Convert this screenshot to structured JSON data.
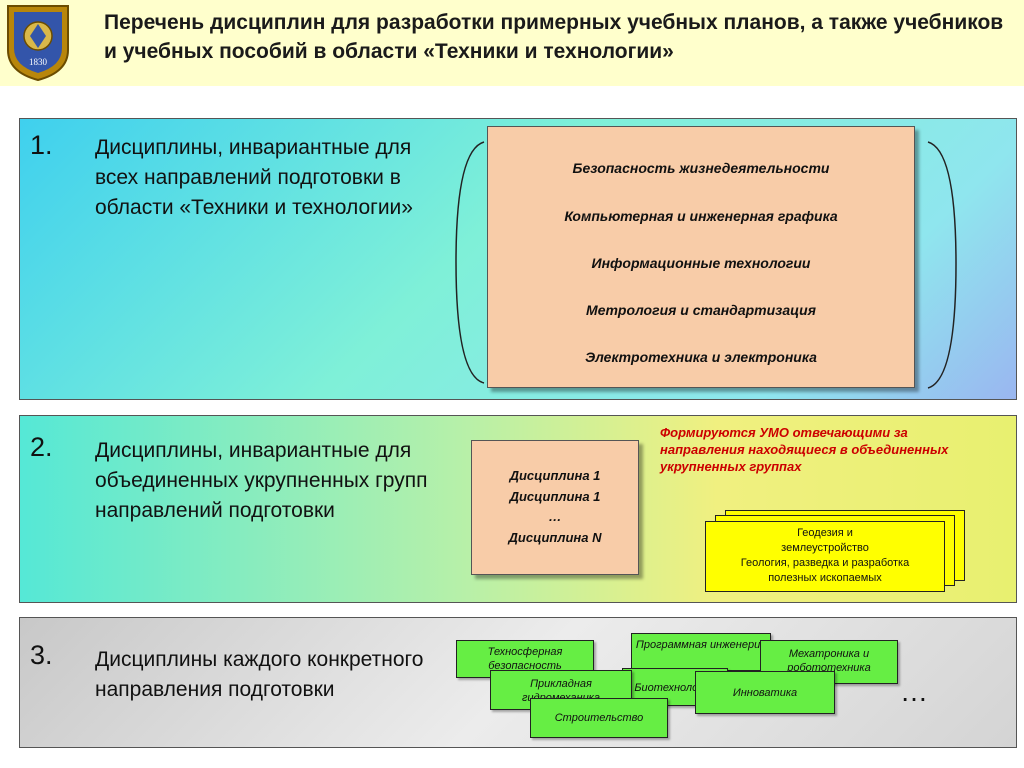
{
  "header": {
    "title": "Перечень дисциплин для разработки примерных учебных планов, а также учебников и учебных пособий в области «Техники и технологии»",
    "crest_year": "1830"
  },
  "section1": {
    "number": "1.",
    "text": "Дисциплины, инвариантные для всех направлений подготовки в области «Техники и технологии»",
    "disciplines": [
      "Безопасность жизнедеятельности",
      "Компьютерная и инженерная графика",
      "Информационные технологии",
      "Метрология и стандартизация",
      "Электротехника и электроника"
    ]
  },
  "section2": {
    "number": "2.",
    "text": "Дисциплины, инвариантные для объединенных укрупненных групп направлений подготовки",
    "box_lines": [
      "Дисциплина 1",
      "Дисциплина 1",
      "…",
      "Дисциплина N"
    ],
    "note": "Формируются УМО отвечающими за направления находящиеся в объединенных укрупненных группах",
    "groups": [
      "Геодезия и",
      "землеустройство",
      "Геология, разведка и разработка",
      "полезных ископаемых"
    ]
  },
  "section3": {
    "number": "3.",
    "text": "Дисциплины каждого конкретного направления подготовки",
    "directions": {
      "technosphere": "Техносферная безопасность",
      "programming": "Программная инженерия",
      "mechatronics": "Мехатроника и робототехника",
      "applied": "Прикладная гидромеханика",
      "biotech": "Биотехнология",
      "innovation": "Инноватика",
      "construction": "Строительство"
    },
    "ellipsis": "…"
  }
}
